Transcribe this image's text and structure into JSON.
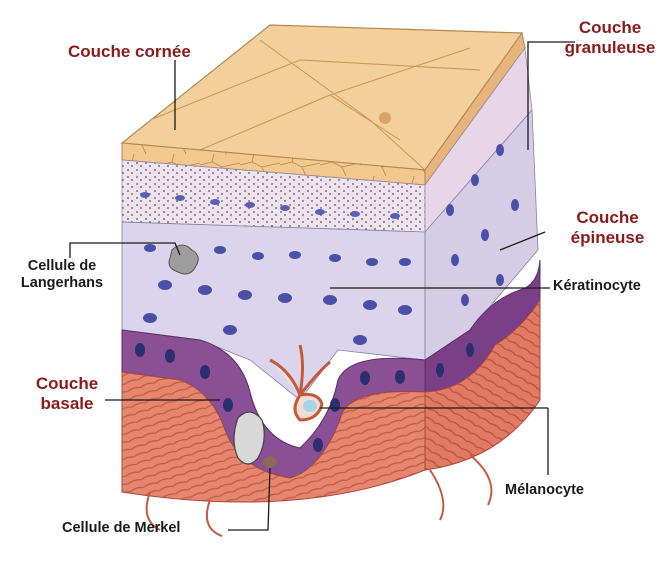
{
  "labels": {
    "couche_cornee": "Couche cornée",
    "couche_granuleuse_1": "Couche",
    "couche_granuleuse_2": "granuleuse",
    "couche_epineuse_1": "Couche",
    "couche_epineuse_2": "épineuse",
    "cellule_langerhans_1": "Cellule de",
    "cellule_langerhans_2": "Langerhans",
    "keratinocyte": "Kératinocyte",
    "couche_basale_1": "Couche",
    "couche_basale_2": "basale",
    "melanocyte": "Mélanocyte",
    "cellule_merkel": "Cellule de Merkel"
  },
  "colors": {
    "label_red": "#8b1a1a",
    "label_black": "#1a1a1a",
    "cornee": "#f0c48e",
    "granuleuse": "#e9dced",
    "epineuse": "#d9d2ea",
    "basale": "#8a4f95",
    "derme": "#e2826b",
    "nucleus": "#4a4fa8"
  }
}
